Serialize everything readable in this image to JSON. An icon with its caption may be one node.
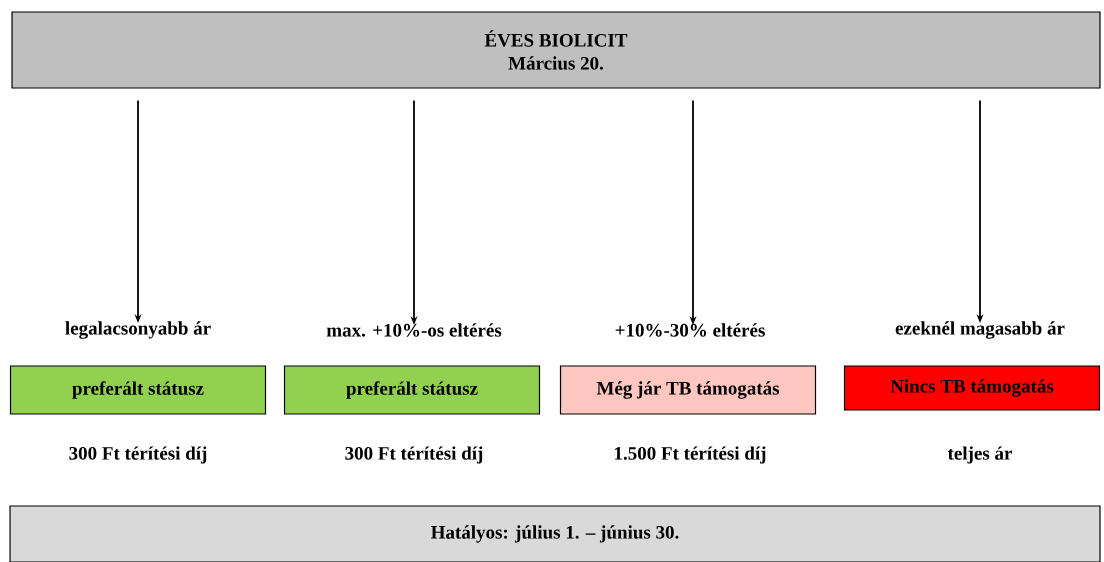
{
  "diagram": {
    "nodes": [
      {
        "text": [
          "ÉVES BIOLICIT",
          "Március 20."
        ]
      },
      {
        "text": [
          "legalacsonyabb ár"
        ]
      },
      {
        "text": [
          "max. +10%-os eltérés"
        ]
      },
      {
        "text": [
          "+10%-30% eltérés"
        ]
      },
      {
        "text": [
          "ezeknél magasabb ár"
        ]
      },
      {
        "text": [
          "preferált státusz"
        ]
      },
      {
        "text": [
          "preferált státusz"
        ]
      },
      {
        "text": [
          "Még jár TB támogatás"
        ]
      },
      {
        "text": [
          "Nincs TB támogatás"
        ]
      },
      {
        "text": [
          "Hatályos: július 1. – június 30."
        ]
      }
    ],
    "edges": [
      {
        "from": 0,
        "to": 1,
        "arrow": "to"
      },
      {
        "from": 0,
        "to": 2,
        "arrow": "to"
      },
      {
        "from": 0,
        "to": 3,
        "arrow": "to"
      },
      {
        "from": 0,
        "to": 4,
        "arrow": "to"
      }
    ],
    "labels": [
      "300 Ft térítési díj",
      "300 Ft térítési díj",
      "1.500 Ft térítési díj",
      "teljes ár"
    ]
  }
}
